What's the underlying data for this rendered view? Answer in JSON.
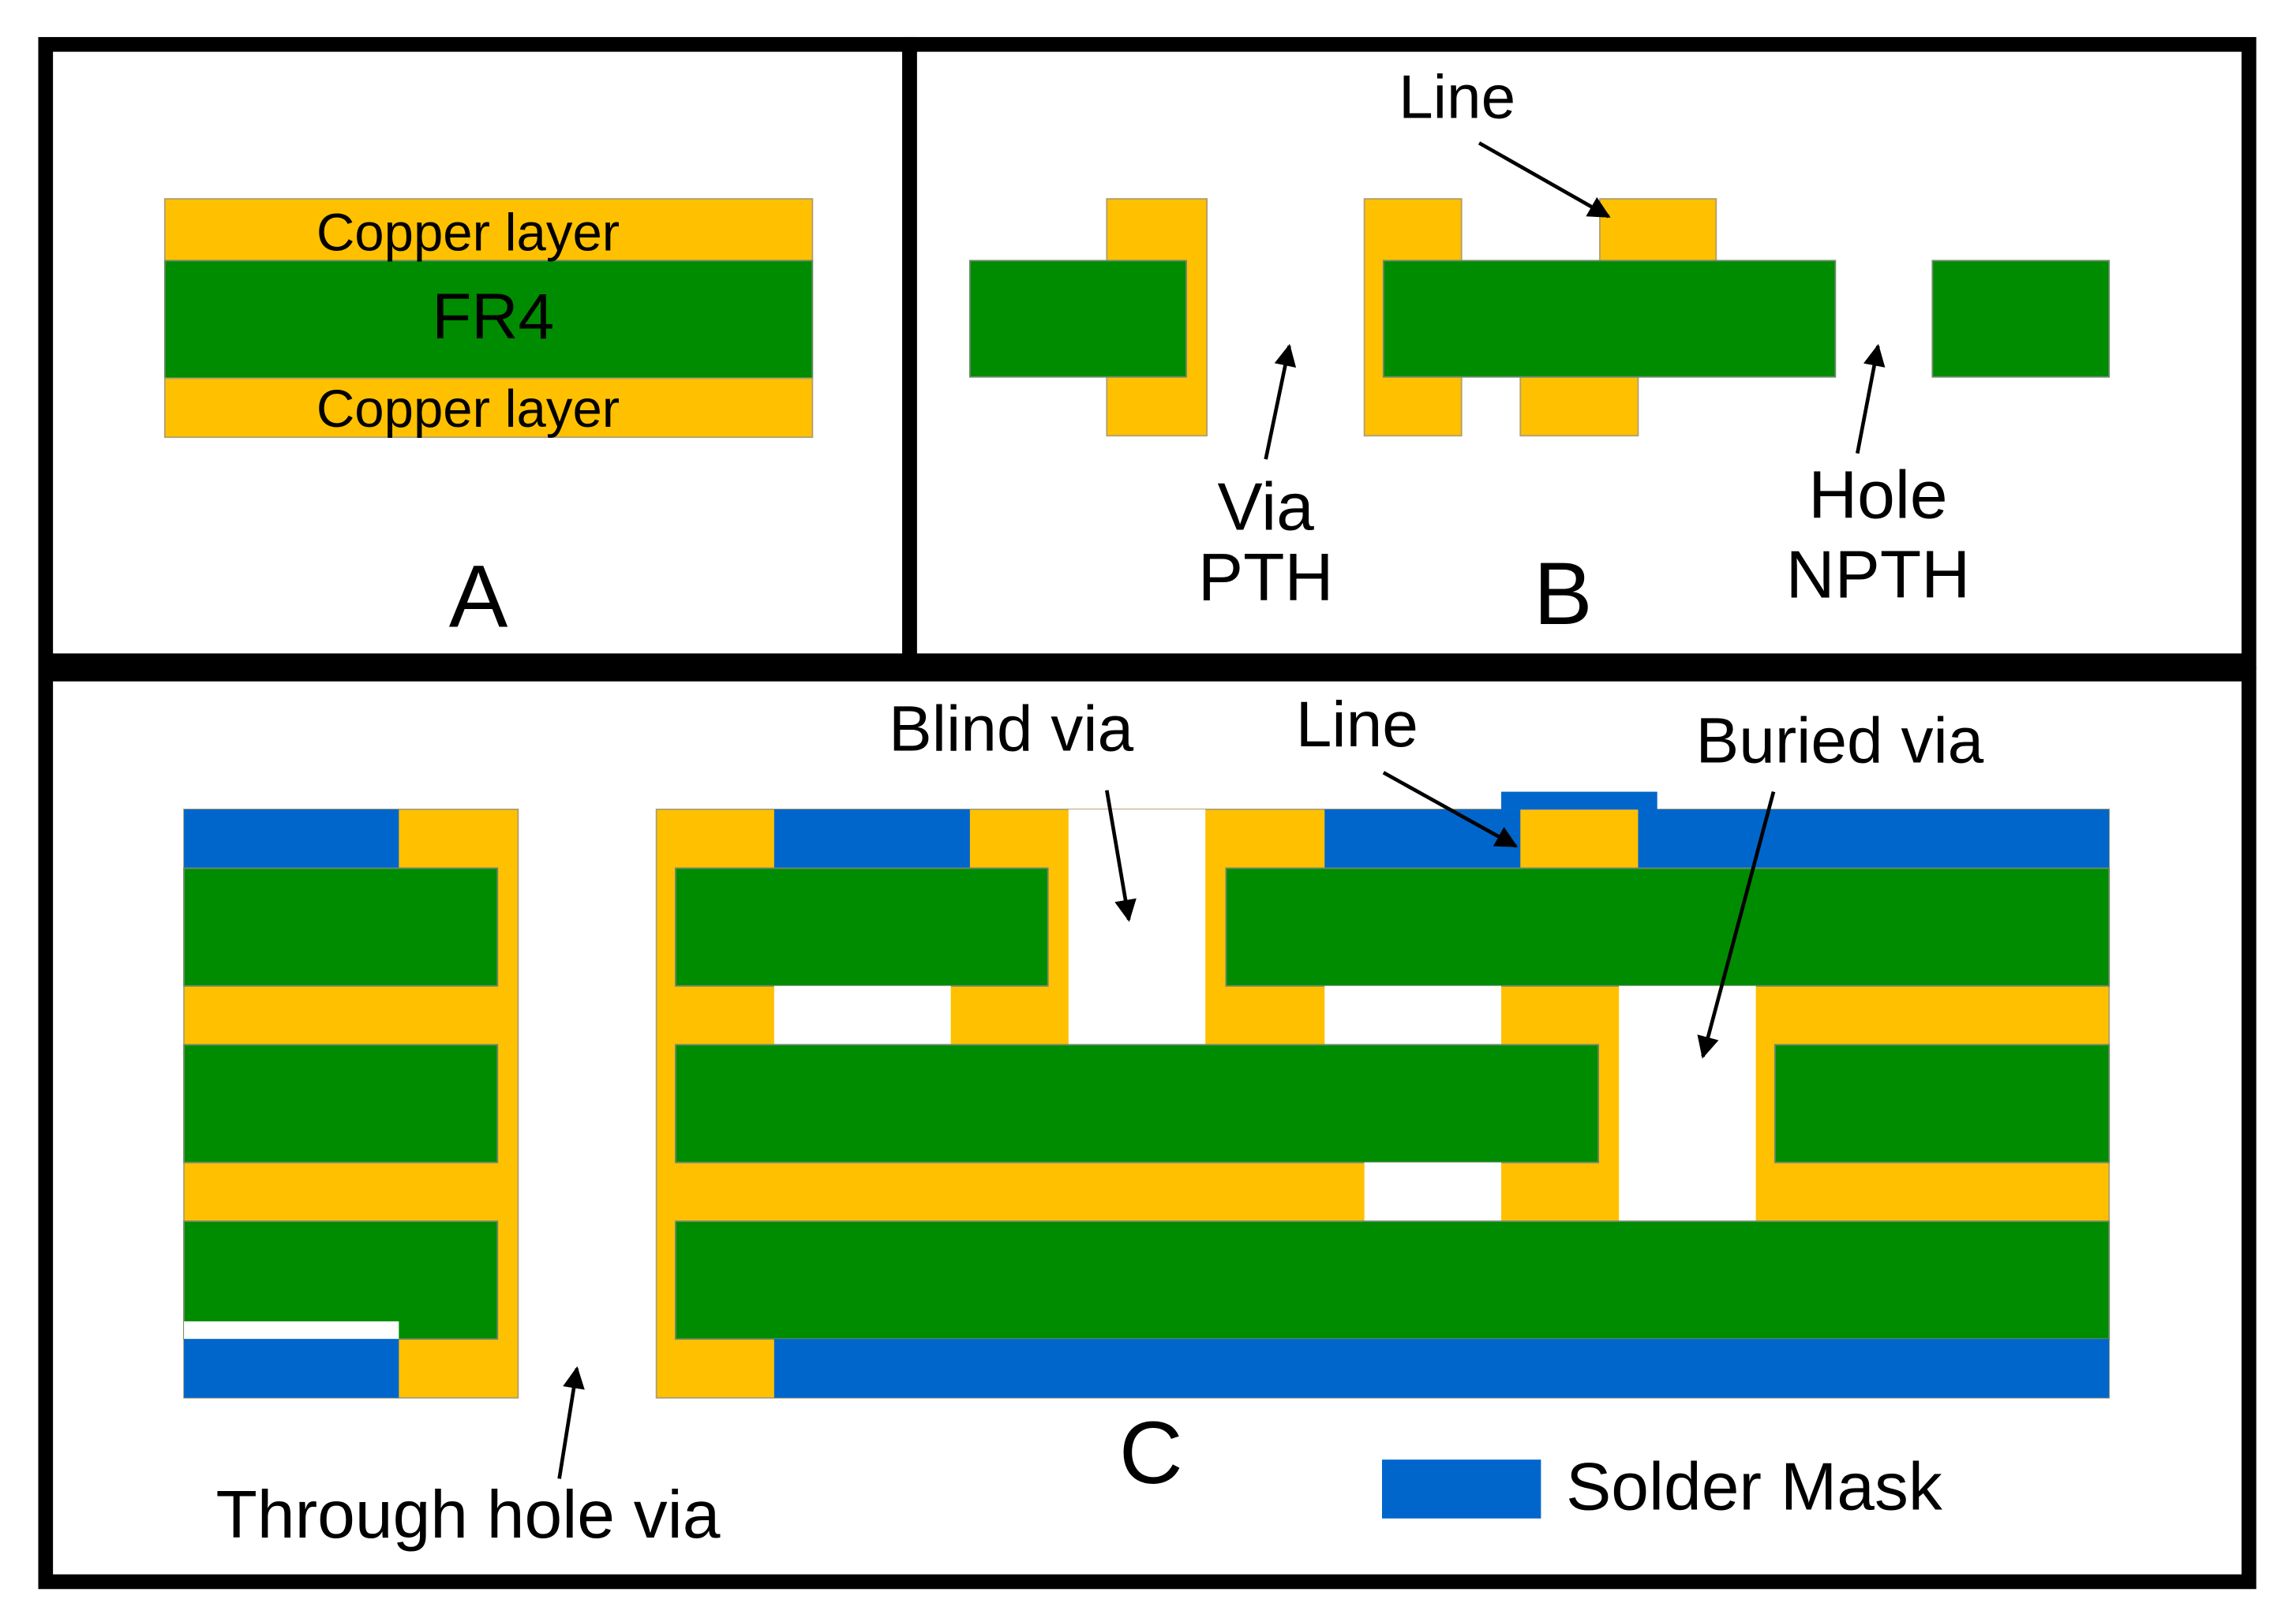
{
  "colors": {
    "copper": "#FFC000",
    "fr4": "#008C00",
    "solder_mask": "#0066CC",
    "border": "#000000",
    "background": "#FFFFFF"
  },
  "panel_a": {
    "copper_top": "Copper layer",
    "core": "FR4",
    "copper_bottom": "Copper layer",
    "letter": "A"
  },
  "panel_b": {
    "line": "Line",
    "via": "Via",
    "pth": "PTH",
    "hole": "Hole",
    "npth": "NPTH",
    "letter": "B"
  },
  "panel_c": {
    "blind_via": "Blind via",
    "line": "Line",
    "buried_via": "Buried via",
    "through_hole_via": "Through hole via",
    "letter": "C",
    "legend_label": "Solder Mask"
  }
}
